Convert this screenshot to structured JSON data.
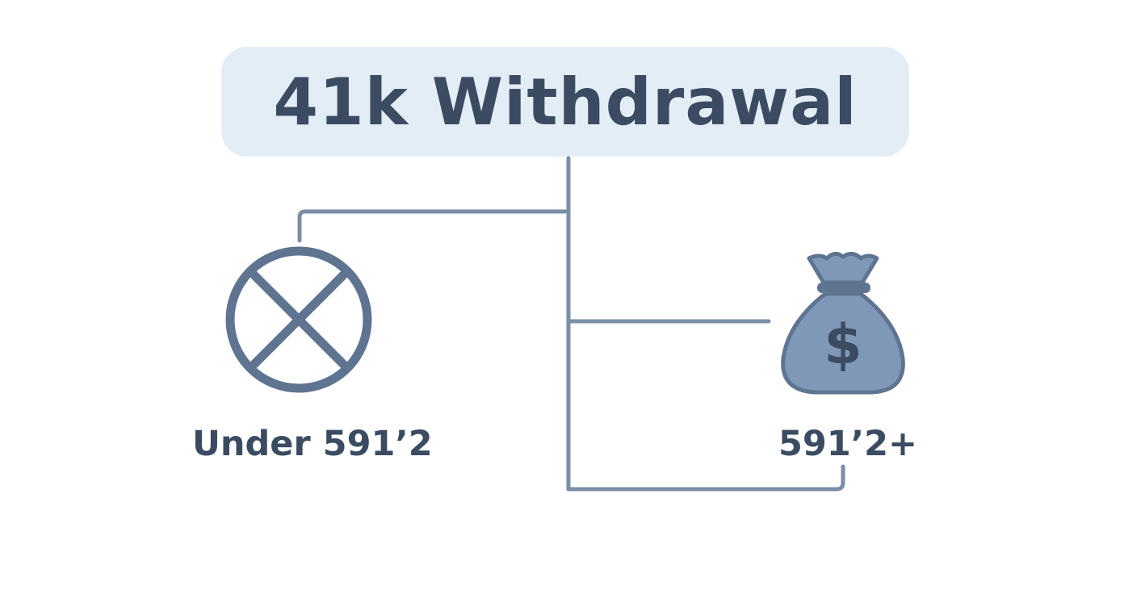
{
  "title": "41k Withdrawal",
  "branches": [
    {
      "label": "Under 591’2",
      "icon": "x-circle-icon"
    },
    {
      "label": "591’2+",
      "icon": "money-bag-icon"
    }
  ],
  "money_symbol": "$",
  "colors": {
    "title_background": "#e3edf6",
    "text": "#3b4b61",
    "connector": "#7a8ea6",
    "icon_stroke": "#5f7491",
    "icon_fill": "#7f98b8"
  }
}
